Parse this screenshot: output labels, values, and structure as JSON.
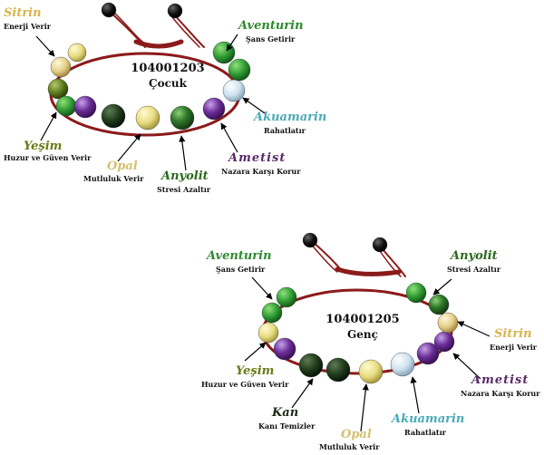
{
  "colors": {
    "cord": "#8b1a1a",
    "sitrin": "#d9b44a",
    "aventurin": "#2e8b2e",
    "akuamarin": "#4aaab8",
    "yesim": "#6a7a12",
    "opal": "#d4c070",
    "anyolit": "#2a6a1a",
    "ametist": "#5a2a6a",
    "kan": "#1a2a14"
  },
  "bracelet_child": {
    "code": "104001203",
    "label": "Çocuk",
    "labels": {
      "sitrin": {
        "name": "Sitrin",
        "desc": "Enerji Verir"
      },
      "aventurin": {
        "name": "Aventurin",
        "desc": "Şans Getirir"
      },
      "akuamarin": {
        "name": "Akuamarin",
        "desc": "Rahatlatır"
      },
      "yesim": {
        "name": "Yeşim",
        "desc": "Huzur ve Güven Verir"
      },
      "opal": {
        "name": "Opal",
        "desc": "Mutluluk Verir"
      },
      "anyolit": {
        "name": "Anyolit",
        "desc": "Stresi Azaltır"
      },
      "ametist": {
        "name": "Ametist",
        "desc": "Nazara Karşı Korur"
      }
    }
  },
  "bracelet_teen": {
    "code": "104001205",
    "label": "Genç",
    "labels": {
      "aventurin": {
        "name": "Aventurin",
        "desc": "Şans Getirir"
      },
      "anyolit": {
        "name": "Anyolit",
        "desc": "Stresi Azaltır"
      },
      "sitrin": {
        "name": "Sitrin",
        "desc": "Enerji Verir"
      },
      "yesim": {
        "name": "Yeşim",
        "desc": "Huzur ve Güven Verir"
      },
      "ametist": {
        "name": "Ametist",
        "desc": "Nazara Karşı Korur"
      },
      "kan": {
        "name": "Kan",
        "desc": "Kanı Temizler"
      },
      "opal": {
        "name": "Opal",
        "desc": "Mutluluk Verir"
      },
      "akuamarin": {
        "name": "Akuamarin",
        "desc": "Rahatlatır"
      }
    }
  }
}
